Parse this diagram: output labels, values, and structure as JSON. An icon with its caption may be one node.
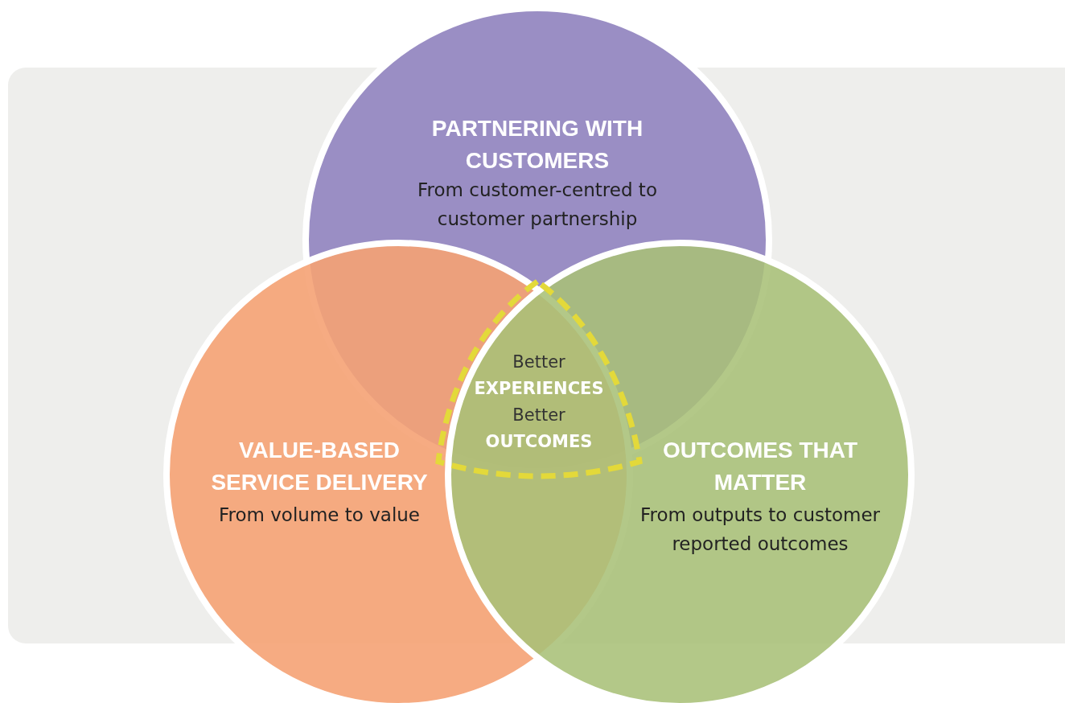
{
  "diagram": {
    "nodes": [
      {
        "text": [
          "PARTNERING WITH CUSTOMERS",
          "From customer-centred to customer partnership"
        ]
      },
      {
        "text": [
          "VALUE-BASED SERVICE DELIVERY",
          "From volume to value"
        ]
      },
      {
        "text": [
          "OUTCOMES THAT MATTER",
          "From outputs to customer reported outcomes"
        ]
      },
      {
        "text": [
          "Better **EXPERIENCES** Better **OUTCOMES**"
        ]
      }
    ],
    "edges": []
  }
}
